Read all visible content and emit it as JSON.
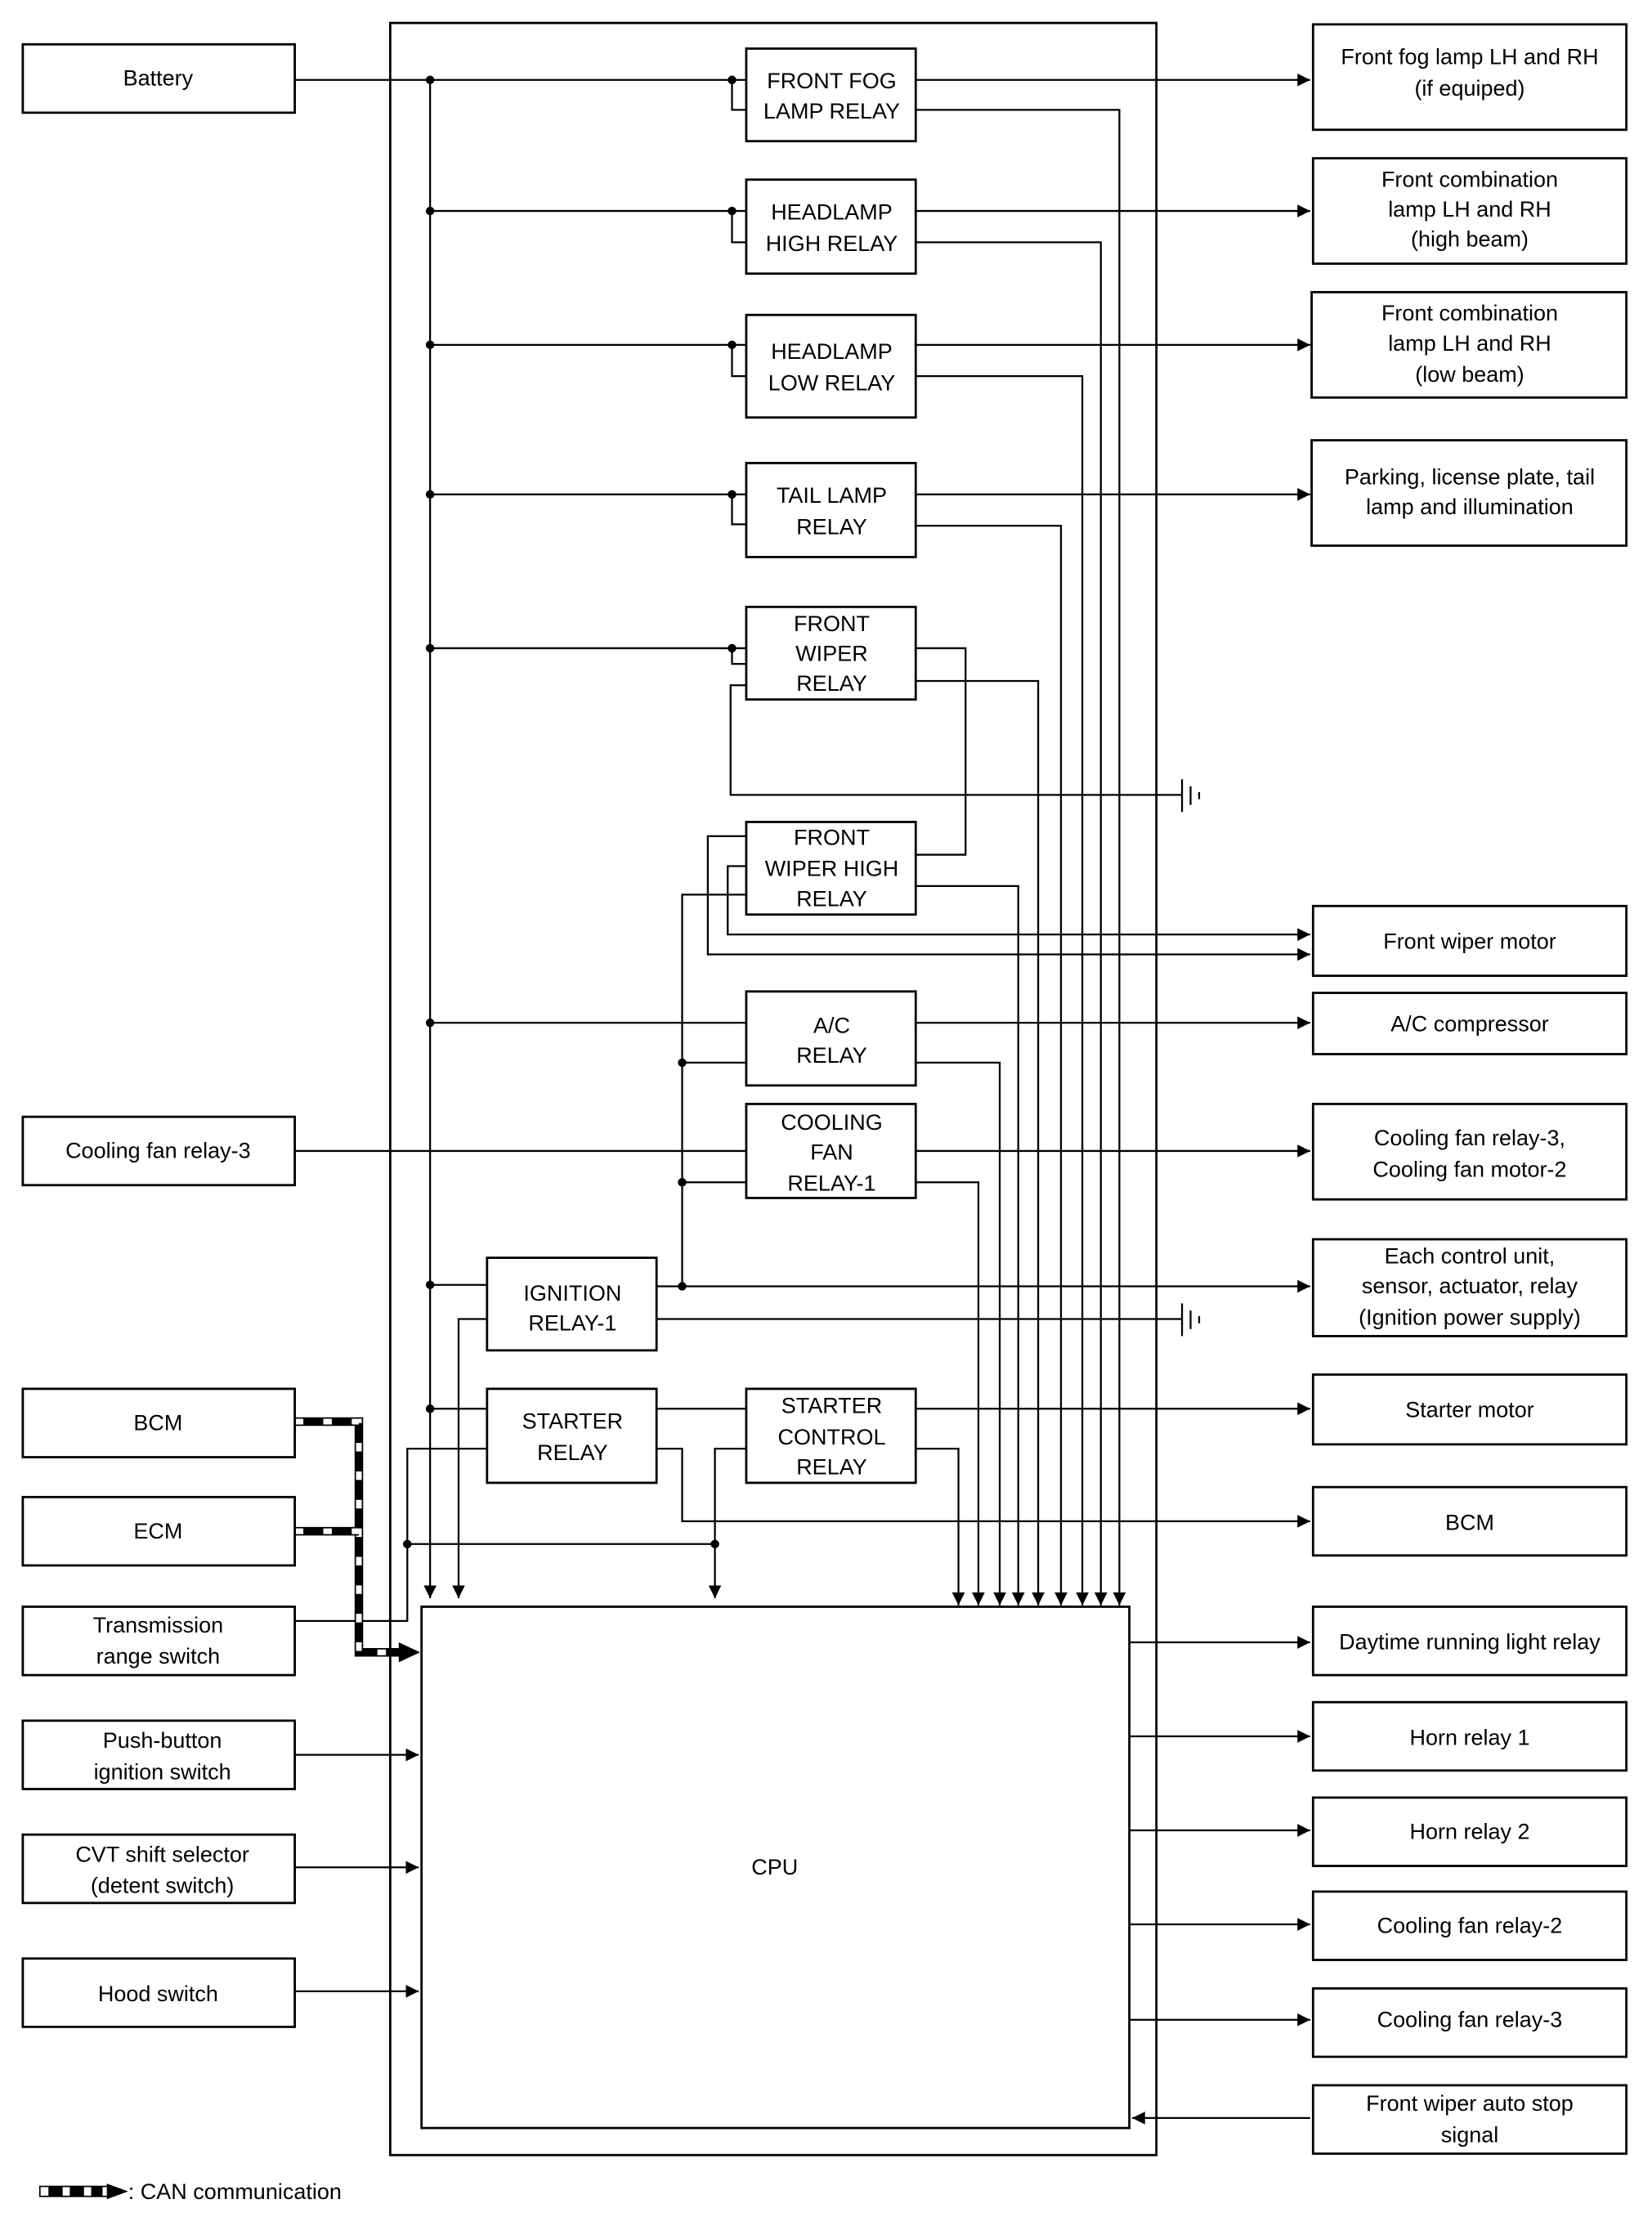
{
  "diagram": {
    "inputs": {
      "battery": "Battery",
      "cooling_fan_relay_3": "Cooling fan relay-3",
      "bcm": "BCM",
      "ecm": "ECM",
      "transmission_range_switch": [
        "Transmission",
        "range switch"
      ],
      "push_button_ignition_switch": [
        "Push-button",
        "ignition switch"
      ],
      "cvt_shift_selector": [
        "CVT shift selector",
        "(detent switch)"
      ],
      "hood_switch": "Hood switch"
    },
    "relays": {
      "front_fog_lamp": [
        "FRONT FOG",
        "LAMP RELAY"
      ],
      "headlamp_high": [
        "HEADLAMP",
        "HIGH RELAY"
      ],
      "headlamp_low": [
        "HEADLAMP",
        "LOW RELAY"
      ],
      "tail_lamp": [
        "TAIL LAMP",
        "RELAY"
      ],
      "front_wiper": [
        "FRONT",
        "WIPER",
        "RELAY"
      ],
      "front_wiper_high": [
        "FRONT",
        "WIPER HIGH",
        "RELAY"
      ],
      "ac": [
        "A/C",
        "RELAY"
      ],
      "cooling_fan_1": [
        "COOLING",
        "FAN",
        "RELAY-1"
      ],
      "ignition_1": [
        "IGNITION",
        "RELAY-1"
      ],
      "starter": [
        "STARTER",
        "RELAY"
      ],
      "starter_control": [
        "STARTER",
        "CONTROL",
        "RELAY"
      ]
    },
    "cpu": "CPU",
    "outputs": {
      "front_fog_lamp": [
        "Front fog lamp LH and RH",
        "(if equiped)"
      ],
      "front_combo_high": [
        "Front combination",
        "lamp LH and RH",
        "(high beam)"
      ],
      "front_combo_low": [
        "Front combination",
        "lamp LH and RH",
        "(low beam)"
      ],
      "parking": [
        "Parking, license plate, tail",
        "lamp and illumination"
      ],
      "front_wiper_motor": "Front wiper motor",
      "ac_compressor": "A/C compressor",
      "cooling_fan_out": [
        "Cooling fan relay-3,",
        "Cooling fan motor-2"
      ],
      "each_control_unit": [
        "Each control unit,",
        "sensor, actuator, relay",
        "(Ignition power supply)"
      ],
      "starter_motor": "Starter motor",
      "bcm": "BCM",
      "drl_relay": "Daytime running light relay",
      "horn_relay_1": "Horn relay 1",
      "horn_relay_2": "Horn relay 2",
      "cooling_fan_relay_2": "Cooling fan relay-2",
      "cooling_fan_relay_3": "Cooling fan relay-3",
      "front_wiper_auto_stop": [
        "Front wiper auto stop",
        "signal"
      ]
    },
    "legend": {
      "can_label": ": CAN communication"
    }
  }
}
